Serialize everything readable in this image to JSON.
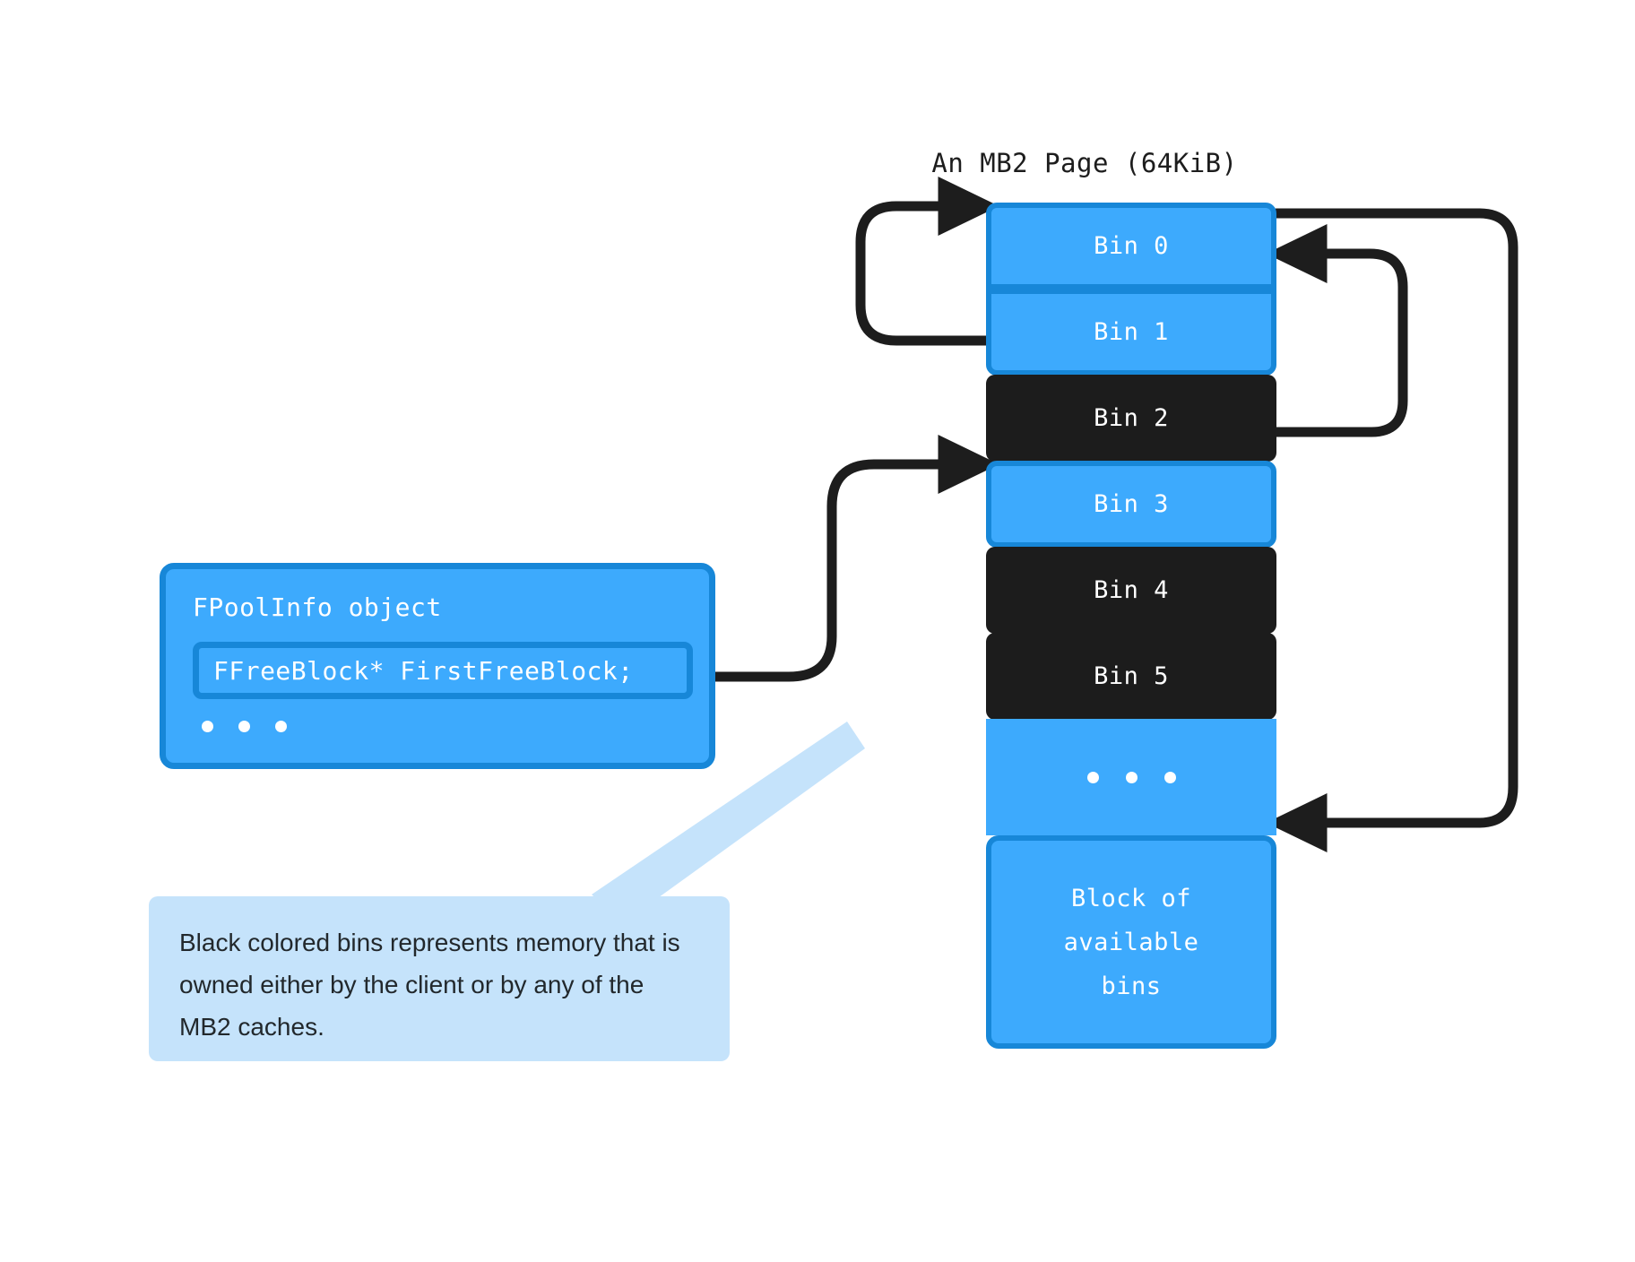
{
  "diagram": {
    "title": "An MB2 Page (64KiB)",
    "colors": {
      "free_fill": "#3daafd",
      "free_border": "#1787d8",
      "used_fill": "#1c1c1c",
      "callout_bg": "#c5e3fb",
      "arrow": "#1d1d1d",
      "text_on_blue": "#ffffff"
    }
  },
  "page_stack": {
    "bins": [
      {
        "label": "Bin 0",
        "state": "free"
      },
      {
        "label": "Bin 1",
        "state": "free"
      },
      {
        "label": "Bin 2",
        "state": "used"
      },
      {
        "label": "Bin 3",
        "state": "free"
      },
      {
        "label": "Bin 4",
        "state": "used"
      },
      {
        "label": "Bin 5",
        "state": "used"
      }
    ],
    "ellipsis_dots": 3,
    "block_available": {
      "line1": "Block of",
      "line2": "available",
      "line3": "bins"
    }
  },
  "pool_info": {
    "title": "FPoolInfo object",
    "field": "FFreeBlock* FirstFreeBlock;",
    "ellipsis_dots": 3
  },
  "callout": {
    "text": "Black colored bins represents memory that is owned either by the client or by any of the MB2 caches."
  }
}
